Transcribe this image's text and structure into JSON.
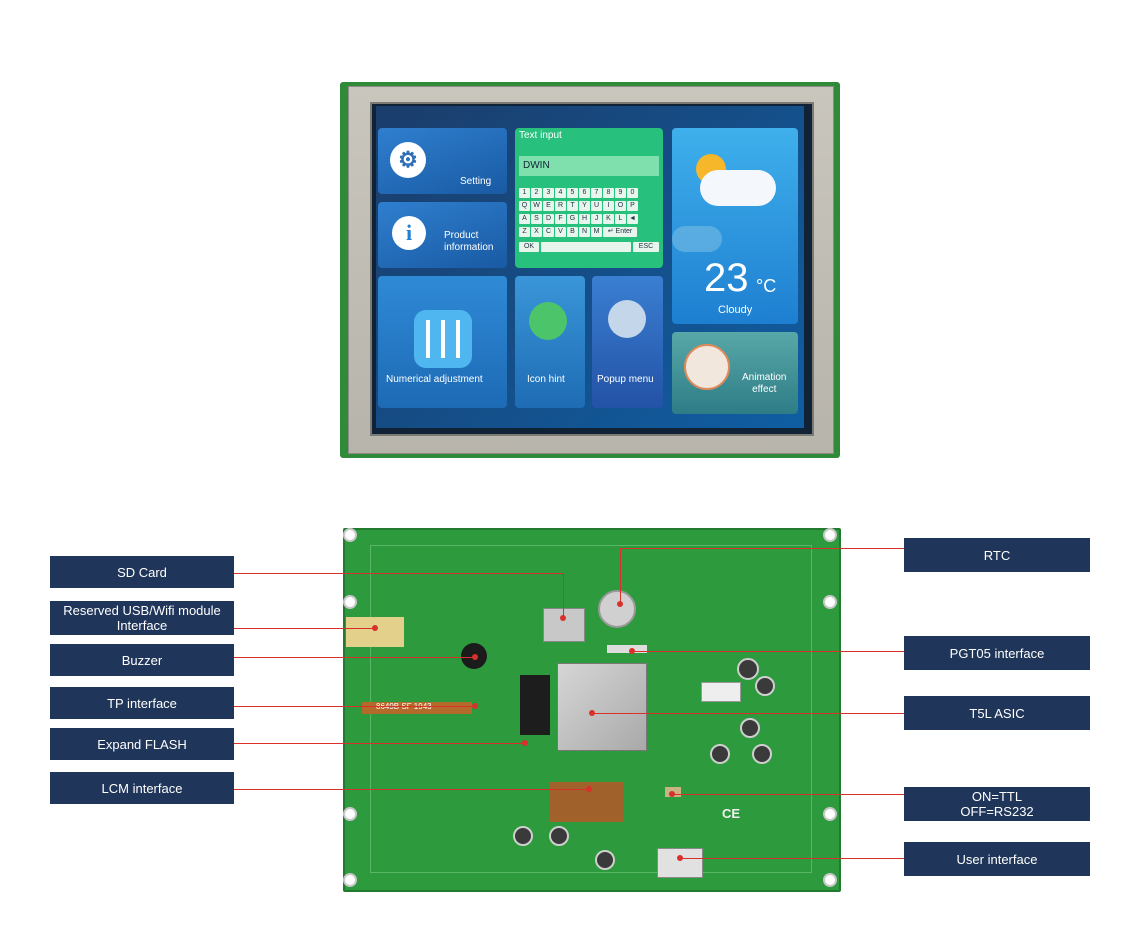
{
  "screen": {
    "setting": "Setting",
    "product_info": "Product\ninformation",
    "text_input_title": "Text input",
    "text_input_value": "DWIN",
    "kb_row1": [
      "1",
      "2",
      "3",
      "4",
      "5",
      "6",
      "7",
      "8",
      "9",
      "0"
    ],
    "kb_row2": [
      "Q",
      "W",
      "E",
      "R",
      "T",
      "Y",
      "U",
      "I",
      "O",
      "P"
    ],
    "kb_row3": [
      "A",
      "S",
      "D",
      "F",
      "G",
      "H",
      "J",
      "K",
      "L",
      "◄"
    ],
    "kb_row4": [
      "Z",
      "X",
      "C",
      "V",
      "B",
      "N",
      "M",
      "↵ Enter"
    ],
    "kb_ok": "OK",
    "kb_esc": "ESC",
    "temperature": "23",
    "temp_unit": "°C",
    "weather": "Cloudy",
    "numerical": "Numerical adjustment",
    "icon_hint": "Icon hint",
    "popup_menu": "Popup menu",
    "animation": "Animation\neffect"
  },
  "labels_left": {
    "sd_card": "SD Card",
    "usb_wifi": "Reserved USB/Wifi module\nInterface",
    "buzzer": "Buzzer",
    "tp": "TP interface",
    "flash": "Expand FLASH",
    "lcm": "LCM interface"
  },
  "labels_right": {
    "rtc": "RTC",
    "pgt05": "PGT05 interface",
    "asic": "T5L ASIC",
    "ttl": "ON=TTL\nOFF=RS232",
    "user": "User interface"
  },
  "board_text": {
    "ribbon": "8649B SF 1943",
    "ce": "CE"
  },
  "colors": {
    "label_bg": "#1f3559",
    "leader": "#d9302b",
    "pcb": "#2d9a3d"
  }
}
